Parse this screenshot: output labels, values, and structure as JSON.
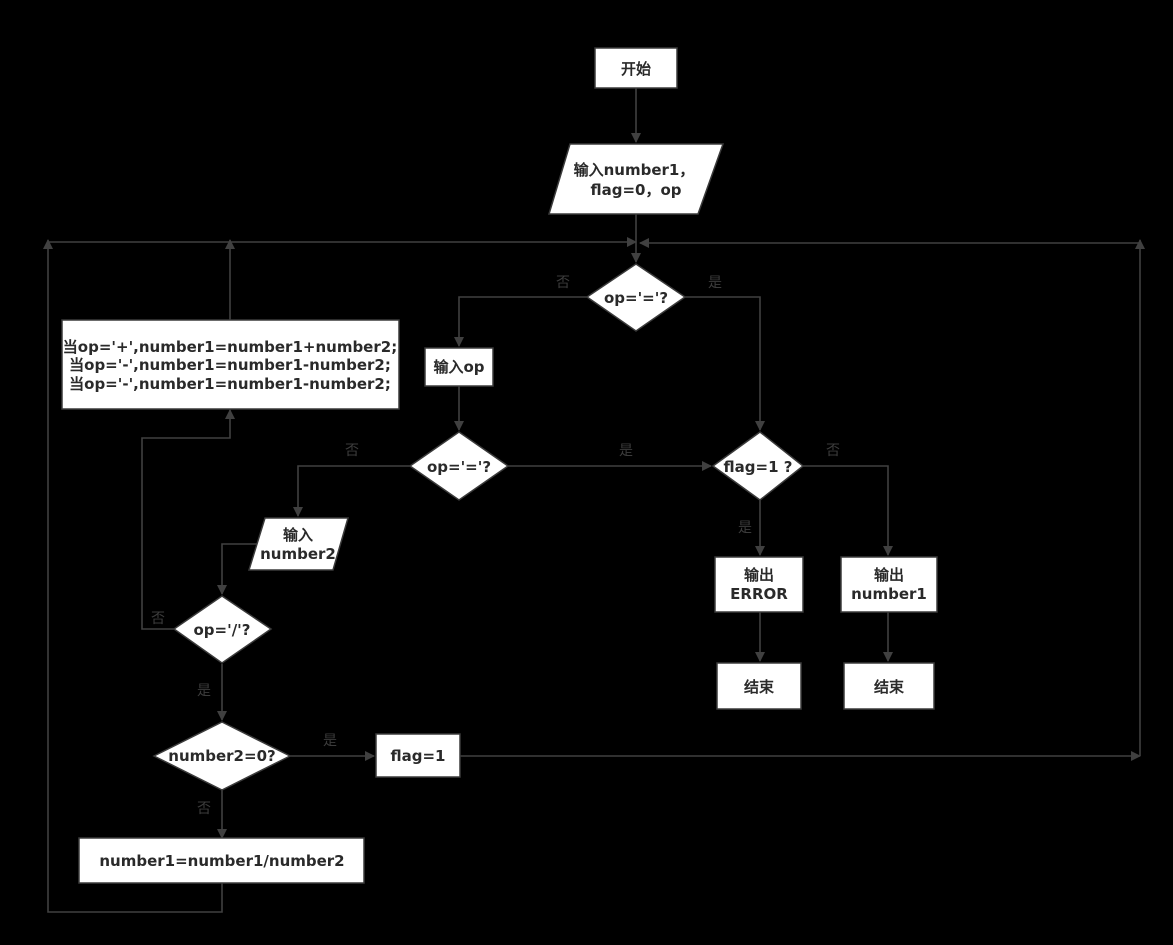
{
  "nodes": {
    "start": "开始",
    "input_init": [
      "输入number1，",
      "flag=0，op"
    ],
    "check_eq_top": "op='='?",
    "input_op": "输入op",
    "calc_block": [
      "当op='+',number1=number1+number2;",
      "当op='-',number1=number1-number2;",
      "当op='-',number1=number1-number2;"
    ],
    "check_eq_mid": "op='='?",
    "check_flag": "flag=1 ?",
    "input_number2": [
      "输入",
      "number2"
    ],
    "check_div": "op='/'?",
    "output_error": [
      "输出",
      "ERROR"
    ],
    "output_number1": [
      "输出",
      "number1"
    ],
    "end_left": "结束",
    "end_right": "结束",
    "check_zero": "number2=0?",
    "set_flag": "flag=1",
    "divide": "number1=number1/number2"
  },
  "labels": {
    "top_no": "否",
    "top_yes": "是",
    "mid_no": "否",
    "mid_yes": "是",
    "flag_no": "否",
    "flag_yes": "是",
    "div_no": "否",
    "div_yes": "是",
    "zero_yes": "是",
    "zero_no": "否"
  },
  "colors": {
    "background": "#000000",
    "node_fill": "#ffffff",
    "stroke": "#404040",
    "text": "#2a2a2a"
  }
}
